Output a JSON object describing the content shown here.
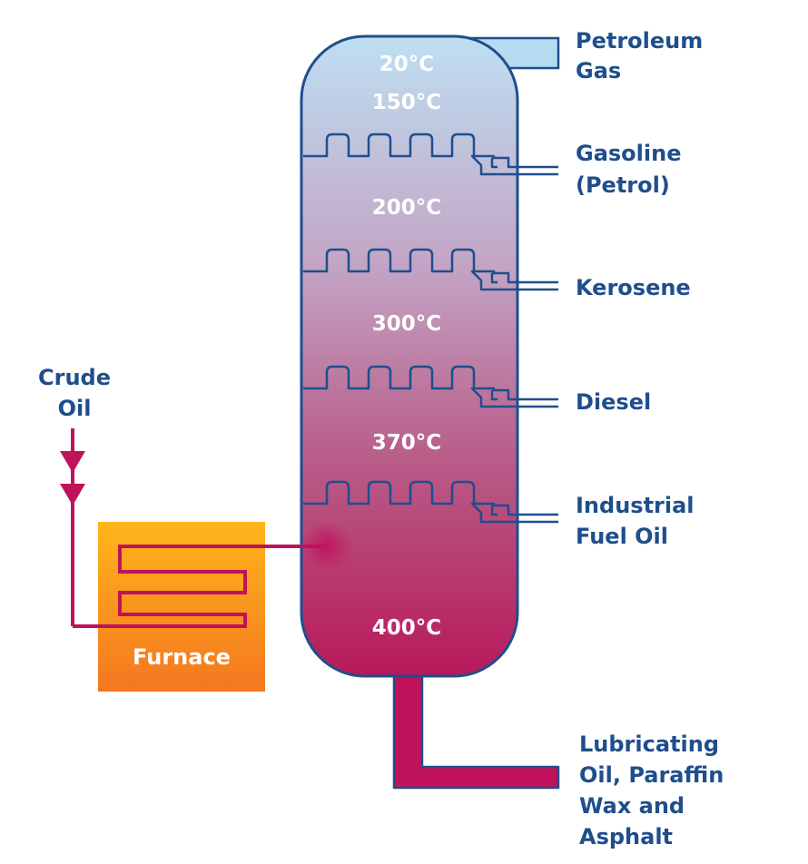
{
  "column": {
    "temperatures": [
      "20°C",
      "150°C",
      "200°C",
      "300°C",
      "370°C",
      "400°C"
    ]
  },
  "products": {
    "petroleum_gas": [
      "Petroleum",
      "Gas"
    ],
    "gasoline": [
      "Gasoline",
      "(Petrol)"
    ],
    "kerosene": [
      "Kerosene"
    ],
    "diesel": [
      "Diesel"
    ],
    "industrial_fuel_oil": [
      "Industrial",
      "Fuel Oil"
    ],
    "residue": [
      "Lubricating",
      "Oil, Paraffin",
      "Wax and",
      "Asphalt"
    ]
  },
  "input": {
    "crude_oil": [
      "Crude",
      "Oil"
    ],
    "furnace": "Furnace"
  },
  "colors": {
    "label_text": "#1f4e8c",
    "column_top": "#b7d9ef",
    "column_bottom": "#b8195a",
    "pipe_outline": "#1f4e8c",
    "crude_pipe": "#c0125a",
    "furnace_top": "#ffb21a",
    "furnace_bottom": "#f47a20",
    "residue_pipe": "#c0125a"
  }
}
